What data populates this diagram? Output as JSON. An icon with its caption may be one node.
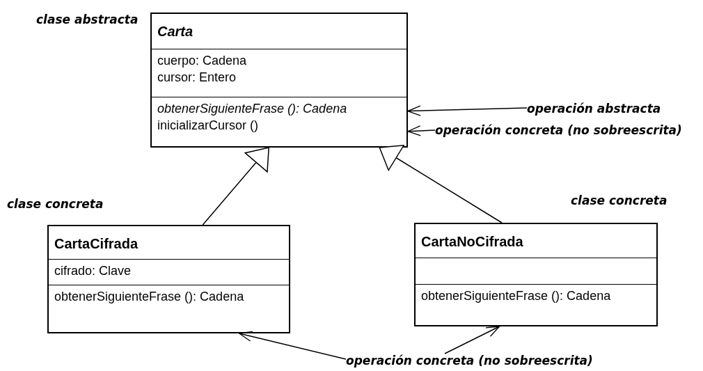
{
  "diagram": {
    "nodes": [
      {
        "text": [
          "Carta",
          "cuerpo: Cadena",
          "cursor: Entero",
          "obtenerSiguienteFrase (): Cadena",
          "inicializarCursor ()"
        ],
        "beside": [
          "clase abstracta"
        ]
      },
      {
        "text": [
          "CartaCifrada",
          "cifrado: Clave",
          "obtenerSiguienteFrase (): Cadena"
        ],
        "beside": [
          "clase concreta"
        ]
      },
      {
        "text": [
          "CartaNoCifrada",
          "obtenerSiguienteFrase (): Cadena"
        ],
        "beside": [
          "clase concreta"
        ]
      },
      {
        "text": [
          "operación abstracta"
        ]
      },
      {
        "text": [
          "operación concreta (no sobreescrita)"
        ]
      },
      {
        "text": [
          "operación concreta (no sobreescrita)"
        ]
      }
    ],
    "edges": [
      {
        "from": 1,
        "to": 0,
        "arrow": "to"
      },
      {
        "from": 2,
        "to": 0,
        "arrow": "to"
      },
      {
        "from": 3,
        "to": 0,
        "arrow": "to"
      },
      {
        "from": 4,
        "to": 0,
        "arrow": "to"
      },
      {
        "from": 5,
        "to": 1,
        "arrow": "to"
      },
      {
        "from": 5,
        "to": 2,
        "arrow": "to"
      }
    ]
  }
}
